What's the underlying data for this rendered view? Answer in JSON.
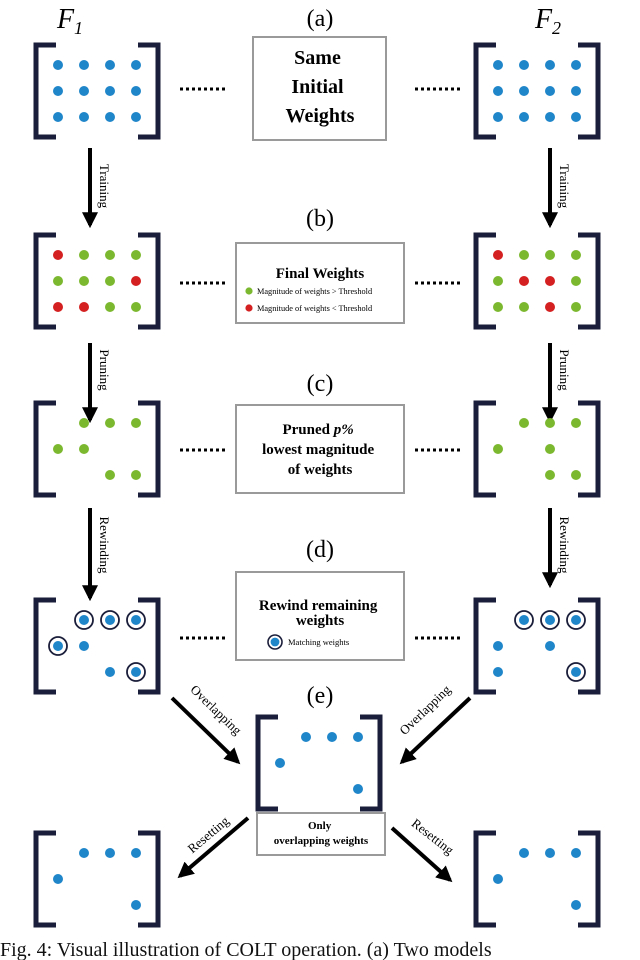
{
  "models": {
    "left": "F",
    "left_sub": "1",
    "right": "F",
    "right_sub": "2"
  },
  "stages": {
    "a": {
      "tag": "(a)",
      "lines": [
        "Same",
        "Initial",
        "Weights"
      ]
    },
    "b": {
      "tag": "(b)",
      "title": "Final Weights",
      "legend": [
        "Magnitude of weights > Threshold",
        "Magnitude of weights < Threshold"
      ]
    },
    "c": {
      "tag": "(c)",
      "line1_pre": "Pruned ",
      "line1_em": "p%",
      "line2": "lowest magnitude",
      "line3": "of weights"
    },
    "d": {
      "tag": "(d)",
      "lines": [
        "Rewind remaining",
        "weights"
      ],
      "legend": "Matching weights"
    },
    "e": {
      "tag": "(e)",
      "lines": [
        "Only",
        "overlapping weights"
      ]
    }
  },
  "arrows": {
    "training": "Training",
    "pruning": "Pruning",
    "rewinding": "Rewinding",
    "overlapping": "Overlapping",
    "resetting": "Resetting"
  },
  "colors": {
    "blue": "#1f86c9",
    "green": "#7cb82f",
    "red": "#d42020",
    "bracket": "#1b1e3a",
    "box_border": "#9a9a9a"
  },
  "matrices": {
    "left_a": [
      "B",
      "B",
      "B",
      "B",
      "B",
      "B",
      "B",
      "B",
      "B",
      "B",
      "B",
      "B"
    ],
    "right_a": [
      "B",
      "B",
      "B",
      "B",
      "B",
      "B",
      "B",
      "B",
      "B",
      "B",
      "B",
      "B"
    ],
    "left_b": [
      "R",
      "G",
      "G",
      "G",
      "G",
      "G",
      "G",
      "R",
      "R",
      "R",
      "G",
      "G"
    ],
    "right_b": [
      "R",
      "G",
      "G",
      "G",
      "G",
      "R",
      "R",
      "G",
      "G",
      "G",
      "R",
      "G"
    ],
    "left_c": [
      "_",
      "G",
      "G",
      "G",
      "G",
      "G",
      "_",
      "_",
      "_",
      "_",
      "G",
      "G"
    ],
    "right_c": [
      "_",
      "G",
      "G",
      "G",
      "G",
      "_",
      "G",
      "_",
      "_",
      "_",
      "G",
      "G"
    ],
    "left_d": [
      "_",
      "M",
      "M",
      "M",
      "M",
      "B",
      "_",
      "_",
      "_",
      "_",
      "B",
      "M"
    ],
    "right_d": [
      "_",
      "M",
      "M",
      "M",
      "B",
      "_",
      "B",
      "_",
      "B",
      "_",
      "_",
      "M"
    ],
    "center_e": [
      "_",
      "B",
      "B",
      "B",
      "B",
      "_",
      "_",
      "_",
      "_",
      "_",
      "_",
      "B"
    ],
    "left_f": [
      "_",
      "B",
      "B",
      "B",
      "B",
      "_",
      "_",
      "_",
      "_",
      "_",
      "_",
      "B"
    ],
    "right_f": [
      "_",
      "B",
      "B",
      "B",
      "B",
      "_",
      "_",
      "_",
      "_",
      "_",
      "_",
      "B"
    ]
  },
  "caption": "Fig. 4: Visual illustration of COLT operation. (a) Two models"
}
